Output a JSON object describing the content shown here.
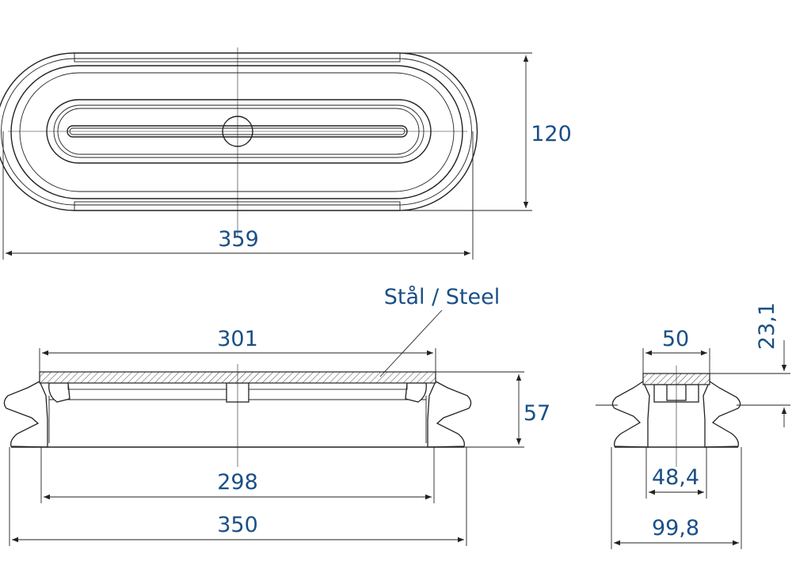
{
  "dimensions": {
    "top_width": "359",
    "top_height": "120",
    "plate_width": "301",
    "inner_width": "298",
    "outer_width": "350",
    "height": "57",
    "material_label": "Stål / Steel",
    "side_plate_width": "50",
    "side_thickness": "23,1",
    "side_inner_width": "48,4",
    "side_outer_width": "99,8"
  },
  "colors": {
    "dimension_text": "#1a4f86",
    "line": "#222222"
  }
}
